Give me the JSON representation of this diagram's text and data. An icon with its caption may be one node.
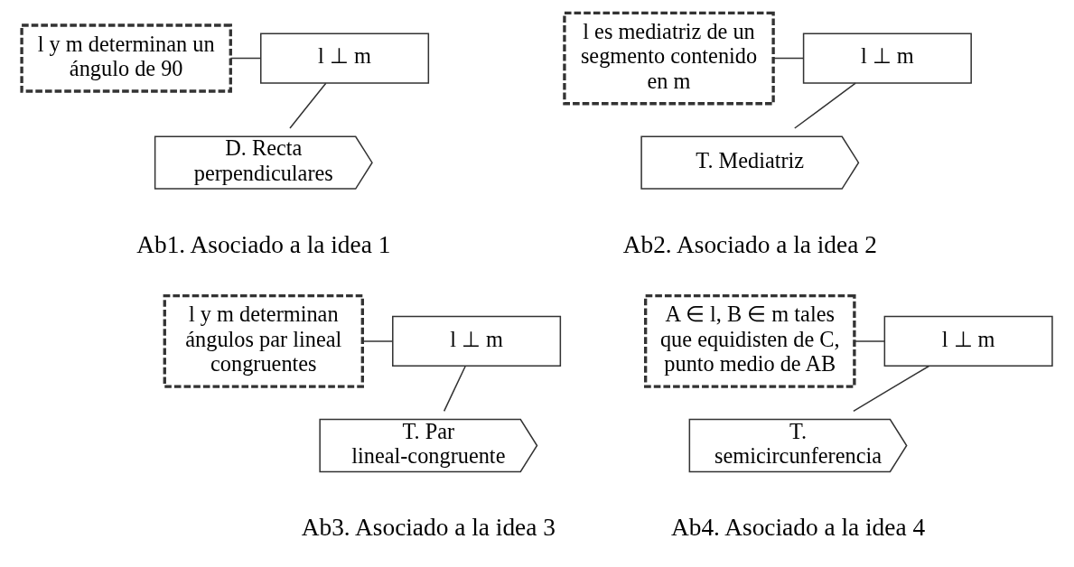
{
  "diagram": {
    "nodes": [
      {
        "text": [
          "l y m determinan un ángulo de 90"
        ]
      },
      {
        "text": [
          "l ⊥ m"
        ]
      },
      {
        "text": [
          "D. Recta perpendiculares"
        ]
      },
      {
        "text": [
          "l es mediatriz de un segmento contenido en m"
        ]
      },
      {
        "text": [
          "l ⊥ m"
        ]
      },
      {
        "text": [
          "T. Mediatriz"
        ]
      },
      {
        "text": [
          "l y m determinan ángulos par lineal congruentes"
        ]
      },
      {
        "text": [
          "l ⊥ m"
        ]
      },
      {
        "text": [
          "T. Par lineal-congruente"
        ]
      },
      {
        "text": [
          "A ∈ l, B ∈ m tales que equidisten de C, punto medio de AB"
        ]
      },
      {
        "text": [
          "l ⊥ m"
        ]
      },
      {
        "text": [
          "T. semicircunferencia"
        ]
      }
    ],
    "edges": [
      {
        "from": 0,
        "to": 1,
        "arrow": "none"
      },
      {
        "from": 2,
        "to": 1,
        "arrow": "none"
      },
      {
        "from": 3,
        "to": 4,
        "arrow": "none"
      },
      {
        "from": 5,
        "to": 4,
        "arrow": "none"
      },
      {
        "from": 6,
        "to": 7,
        "arrow": "none"
      },
      {
        "from": 8,
        "to": 7,
        "arrow": "none"
      },
      {
        "from": 9,
        "to": 10,
        "arrow": "none"
      },
      {
        "from": 11,
        "to": 10,
        "arrow": "none"
      }
    ],
    "labels": [
      "Ab1. Asociado a la idea 1",
      "Ab2. Asociado a la idea 2",
      "Ab3. Asociado a la idea 3",
      "Ab4. Asociado a la idea 4"
    ]
  }
}
